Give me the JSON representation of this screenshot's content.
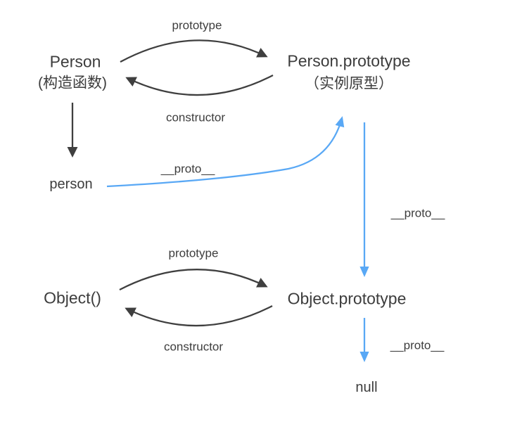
{
  "colors": {
    "arrow_dark": "#3f3f3f",
    "arrow_blue": "#59a8f5",
    "text": "#3d3d3d",
    "bg": "#ffffff"
  },
  "nodes": {
    "person_ctor": {
      "label": "Person",
      "sublabel": "(构造函数)"
    },
    "person_proto": {
      "label": "Person.prototype",
      "sublabel": "（实例原型）"
    },
    "person_obj": {
      "label": "person"
    },
    "object_ctor": {
      "label": "Object()"
    },
    "object_proto": {
      "label": "Object.prototype"
    },
    "null_value": {
      "label": "null"
    }
  },
  "edges": {
    "person_prototype": {
      "label": "prototype"
    },
    "person_constructor": {
      "label": "constructor"
    },
    "instance_proto": {
      "label": "__proto__"
    },
    "person_proto_proto": {
      "label": "__proto__"
    },
    "object_prototype": {
      "label": "prototype"
    },
    "object_constructor": {
      "label": "constructor"
    },
    "object_proto_proto": {
      "label": "__proto__"
    }
  }
}
